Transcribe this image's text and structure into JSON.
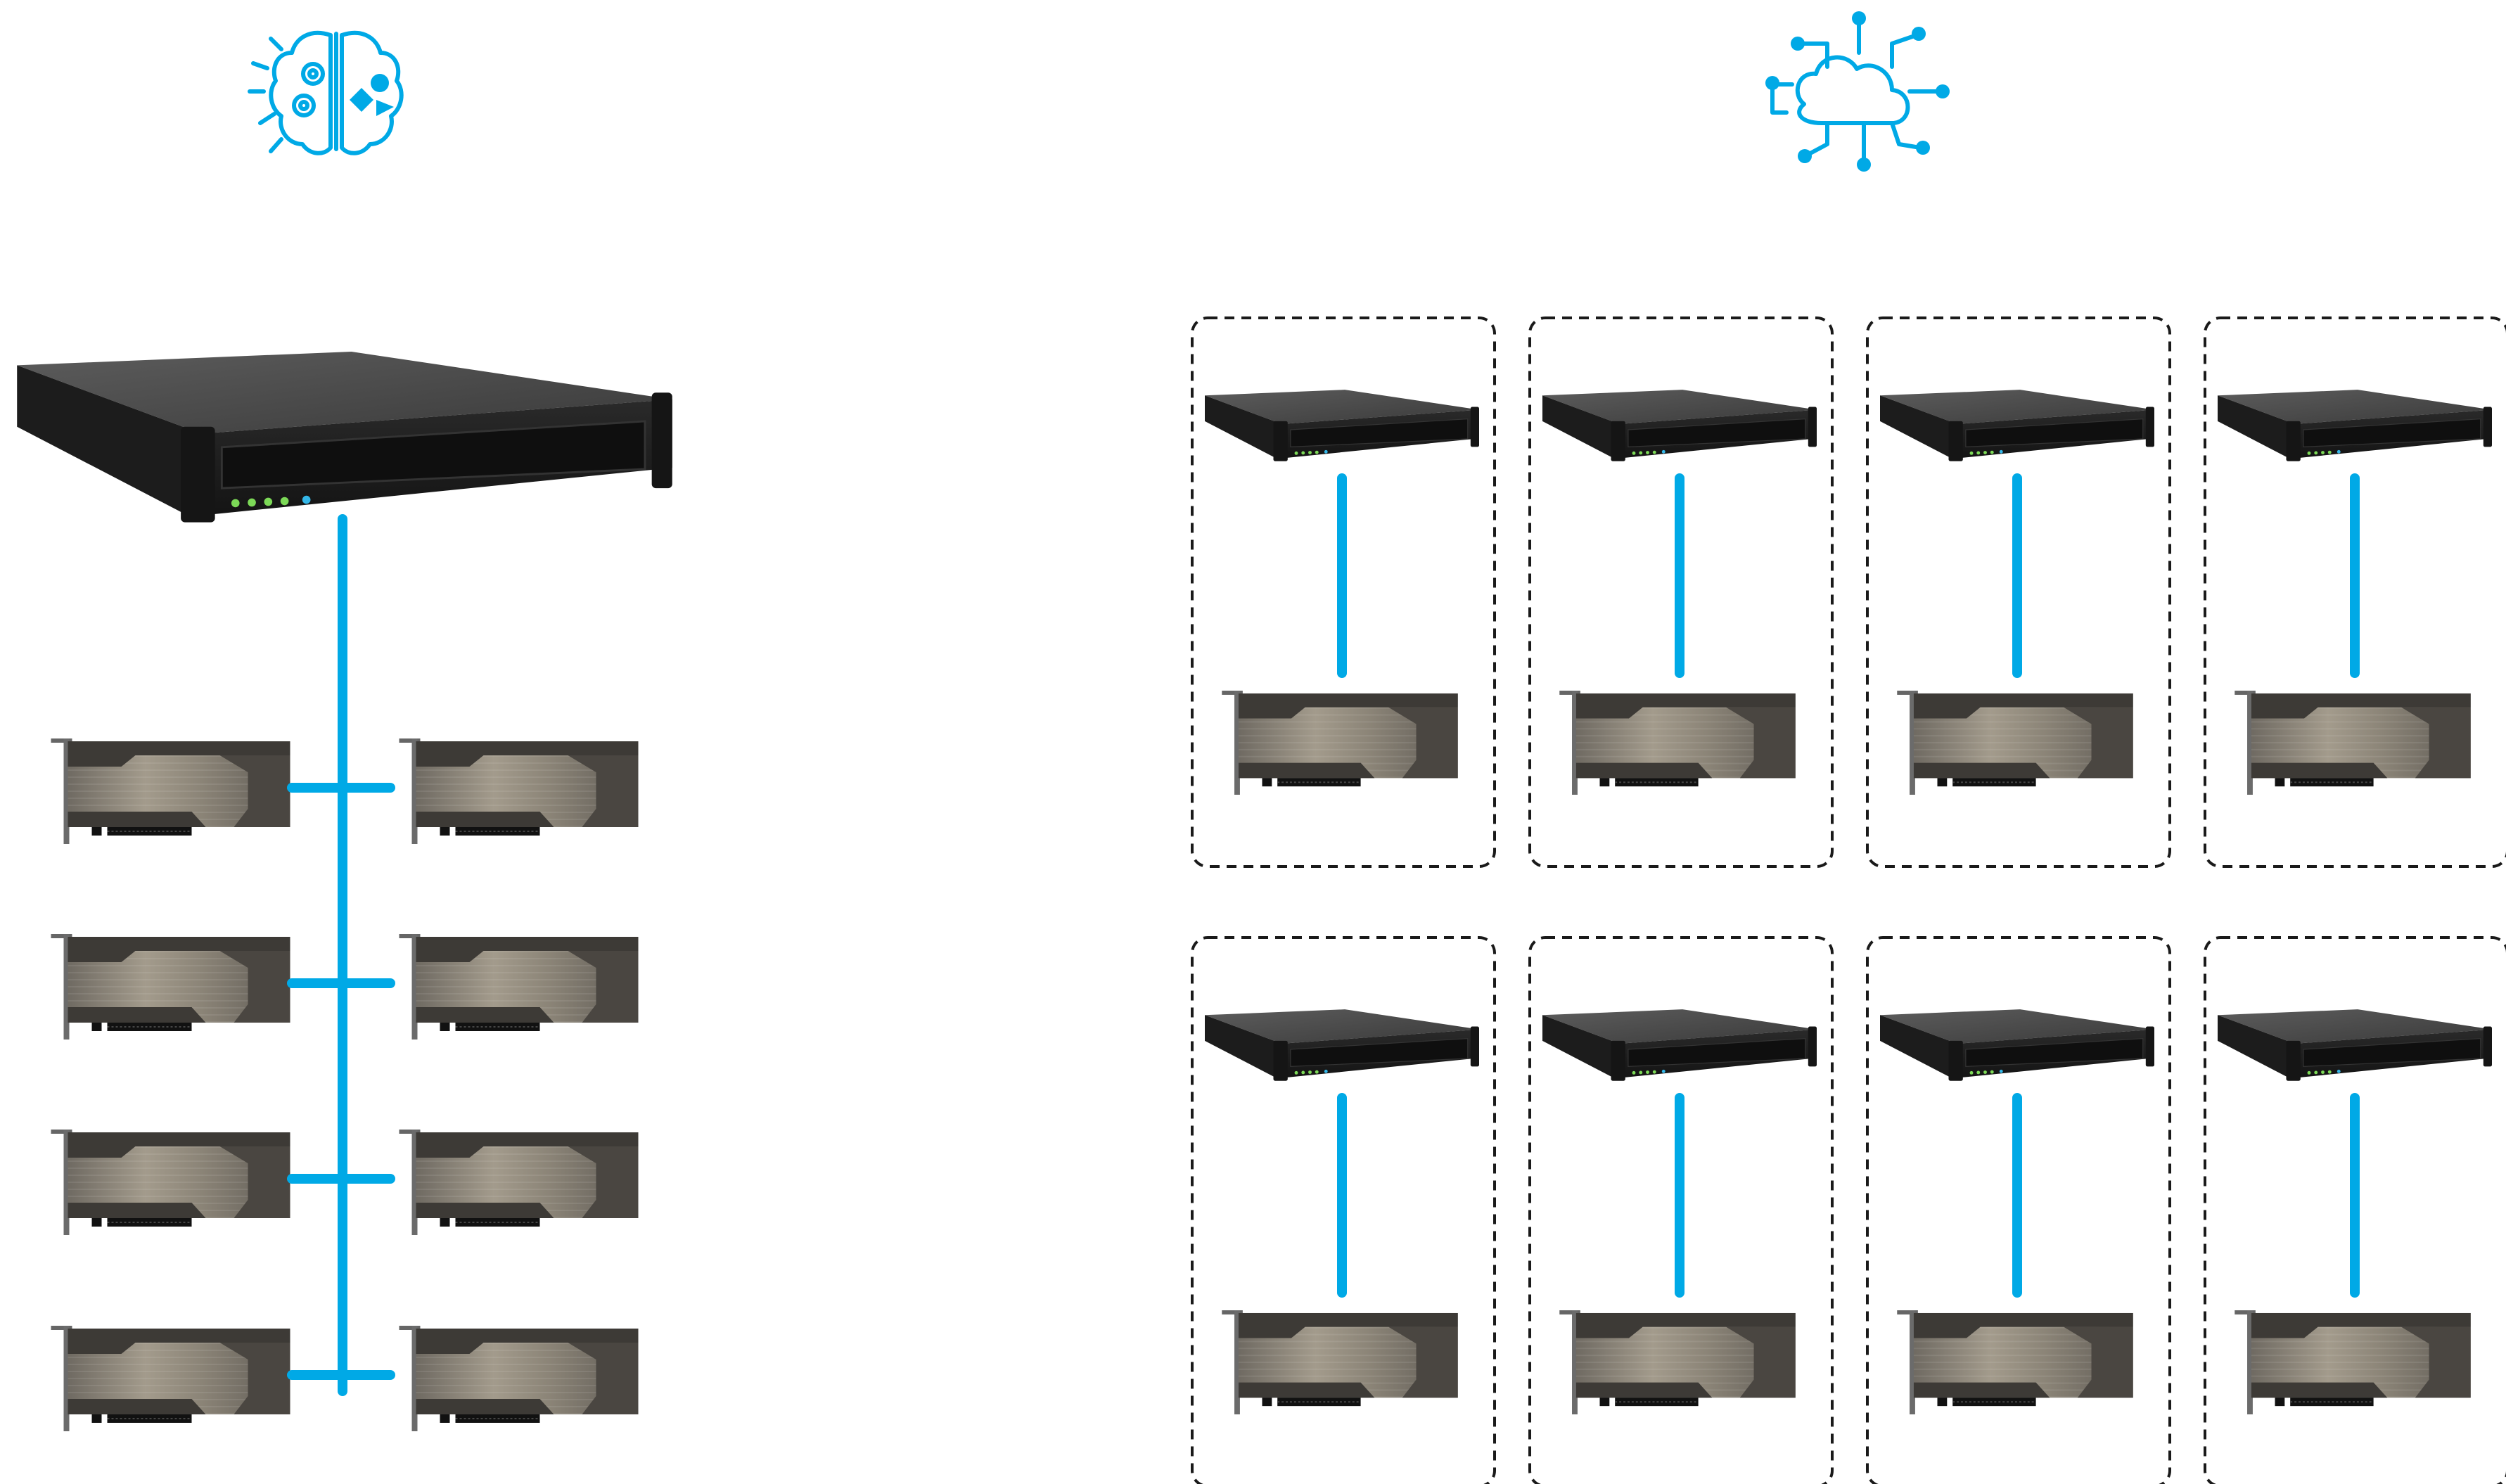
{
  "colors": {
    "accent": "#00A9E6",
    "server_dark": "#1e1e1e",
    "server_top": "#565656",
    "gpu_body": "#8a8376",
    "dashed_border": "#1a1a1a",
    "led_green": "#7cd957",
    "led_blue": "#34b7e8"
  },
  "icons": {
    "left_top": "ai-brain-icon",
    "right_top": "cloud-network-icon"
  },
  "left_system": {
    "description_type": "single-server-multi-gpu",
    "server_count": 1,
    "gpu_rows": 4,
    "gpus_per_row": 2,
    "status_leds": [
      "green",
      "green",
      "green",
      "green",
      "blue"
    ]
  },
  "right_system": {
    "description_type": "distributed-server-gpu-nodes",
    "node_rows": 2,
    "node_columns": 4,
    "node": {
      "servers": 1,
      "gpus": 1
    }
  }
}
